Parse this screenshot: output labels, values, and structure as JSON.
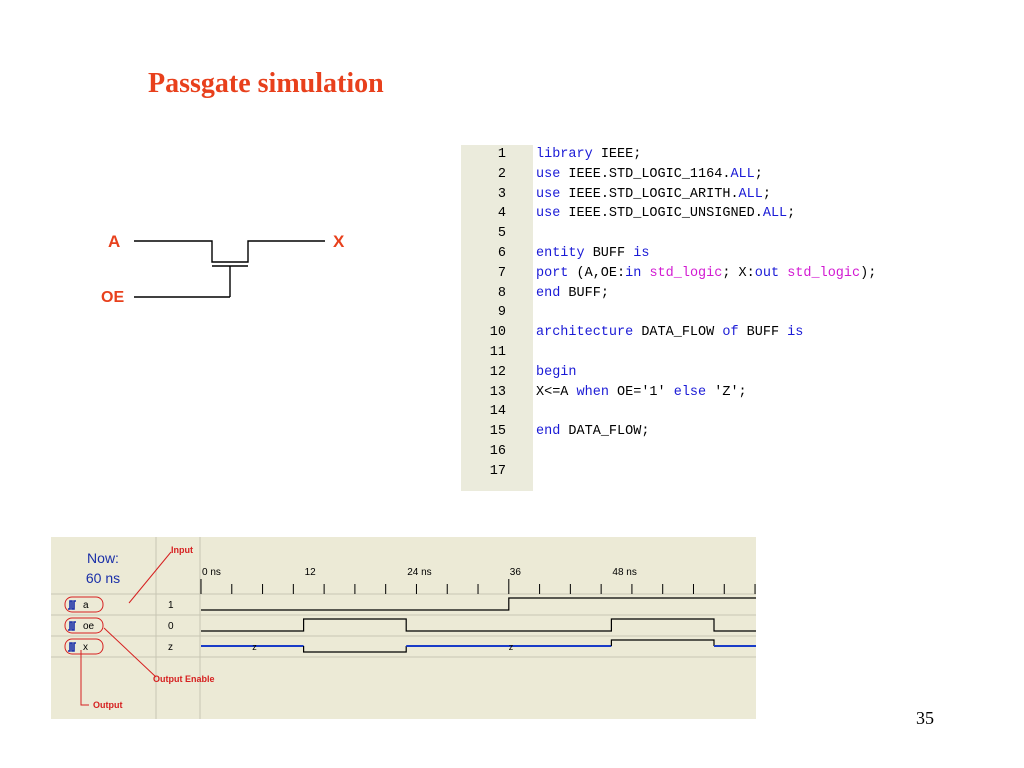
{
  "slide": {
    "title": "Passgate simulation",
    "page_number": "35"
  },
  "schematic": {
    "input_label": "A",
    "output_label": "X",
    "enable_label": "OE",
    "label_color": "#e8401c"
  },
  "code": {
    "lines": [
      {
        "n": "1",
        "tokens": [
          {
            "t": "library",
            "c": "kw"
          },
          {
            "t": " IEEE;",
            "c": ""
          }
        ]
      },
      {
        "n": "2",
        "tokens": [
          {
            "t": "use",
            "c": "kw"
          },
          {
            "t": " IEEE.STD_LOGIC_1164.",
            "c": ""
          },
          {
            "t": "ALL",
            "c": "kw"
          },
          {
            "t": ";",
            "c": ""
          }
        ]
      },
      {
        "n": "3",
        "tokens": [
          {
            "t": "use",
            "c": "kw"
          },
          {
            "t": " IEEE.STD_LOGIC_ARITH.",
            "c": ""
          },
          {
            "t": "ALL",
            "c": "kw"
          },
          {
            "t": ";",
            "c": ""
          }
        ]
      },
      {
        "n": "4",
        "tokens": [
          {
            "t": "use",
            "c": "kw"
          },
          {
            "t": " IEEE.STD_LOGIC_UNSIGNED.",
            "c": ""
          },
          {
            "t": "ALL",
            "c": "kw"
          },
          {
            "t": ";",
            "c": ""
          }
        ]
      },
      {
        "n": "5",
        "tokens": []
      },
      {
        "n": "6",
        "tokens": [
          {
            "t": "entity",
            "c": "kw"
          },
          {
            "t": " BUFF ",
            "c": ""
          },
          {
            "t": "is",
            "c": "kw"
          }
        ]
      },
      {
        "n": "7",
        "tokens": [
          {
            "t": "port",
            "c": "kw"
          },
          {
            "t": " (A,OE:",
            "c": ""
          },
          {
            "t": "in",
            "c": "kw"
          },
          {
            "t": " ",
            "c": ""
          },
          {
            "t": "std_logic",
            "c": "ty"
          },
          {
            "t": "; X:",
            "c": ""
          },
          {
            "t": "out",
            "c": "kw"
          },
          {
            "t": " ",
            "c": ""
          },
          {
            "t": "std_logic",
            "c": "ty"
          },
          {
            "t": ");",
            "c": ""
          }
        ]
      },
      {
        "n": "8",
        "tokens": [
          {
            "t": "end",
            "c": "kw"
          },
          {
            "t": " BUFF;",
            "c": ""
          }
        ]
      },
      {
        "n": "9",
        "tokens": []
      },
      {
        "n": "10",
        "tokens": [
          {
            "t": "architecture",
            "c": "kw"
          },
          {
            "t": " DATA_FLOW ",
            "c": ""
          },
          {
            "t": "of",
            "c": "kw"
          },
          {
            "t": " BUFF ",
            "c": ""
          },
          {
            "t": "is",
            "c": "kw"
          }
        ]
      },
      {
        "n": "11",
        "tokens": []
      },
      {
        "n": "12",
        "tokens": [
          {
            "t": "begin",
            "c": "kw"
          }
        ]
      },
      {
        "n": "13",
        "tokens": [
          {
            "t": "X<=A ",
            "c": ""
          },
          {
            "t": "when",
            "c": "kw"
          },
          {
            "t": " OE='1' ",
            "c": ""
          },
          {
            "t": "else",
            "c": "kw"
          },
          {
            "t": " 'Z';",
            "c": ""
          }
        ]
      },
      {
        "n": "14",
        "tokens": []
      },
      {
        "n": "15",
        "tokens": [
          {
            "t": "end",
            "c": "kw"
          },
          {
            "t": " DATA_FLOW;",
            "c": ""
          }
        ]
      },
      {
        "n": "16",
        "tokens": []
      },
      {
        "n": "17",
        "tokens": []
      }
    ]
  },
  "waveform": {
    "now_label": "Now:",
    "now_value": "60 ns",
    "time_ticks": [
      {
        "ns": 0,
        "label": "0 ns"
      },
      {
        "ns": 12,
        "label": "12"
      },
      {
        "ns": 24,
        "label": "24 ns"
      },
      {
        "ns": 36,
        "label": "36"
      },
      {
        "ns": 48,
        "label": "48 ns"
      }
    ],
    "signals": [
      {
        "name": "a",
        "value": "1",
        "transitions_ns": [
          0,
          36
        ],
        "levels": [
          0,
          1
        ]
      },
      {
        "name": "oe",
        "value": "0",
        "transitions_ns": [
          0,
          12,
          24,
          48,
          60
        ],
        "levels": [
          0,
          1,
          0,
          1,
          0
        ]
      },
      {
        "name": "x",
        "value": "z",
        "z_label": "z"
      }
    ],
    "annotations": {
      "input": "Input",
      "output_enable": "Output Enable",
      "output": "Output"
    },
    "annotation_color": "#d62020",
    "wave_color": "#000000",
    "z_color": "#1a3cc8"
  }
}
